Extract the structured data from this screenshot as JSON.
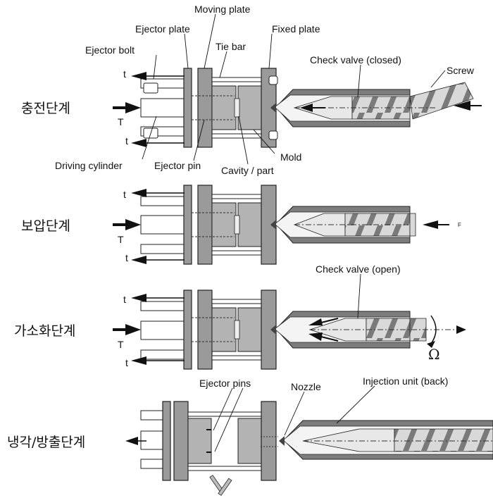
{
  "labels": {
    "moving_plate": "Moving plate",
    "ejector_plate": "Ejector plate",
    "fixed_plate": "Fixed plate",
    "ejector_bolt": "Ejector bolt",
    "tie_bar": "Tie bar",
    "check_valve_closed": "Check valve (closed)",
    "screw": "Screw",
    "driving_cylinder": "Driving cylinder",
    "ejector_pin": "Ejector pin",
    "cavity_part": "Cavity / part",
    "mold": "Mold",
    "check_valve_open": "Check valve (open)",
    "ejector_pins": "Ejector pins",
    "nozzle": "Nozzle",
    "injection_unit_back": "Injection unit (back)",
    "t": "t",
    "T": "T",
    "F": "F",
    "omega": "Ω"
  },
  "stages": [
    {
      "name": "충전단계"
    },
    {
      "name": "보압단계"
    },
    {
      "name": "가소화단계"
    },
    {
      "name": "냉각/방출단계"
    }
  ]
}
